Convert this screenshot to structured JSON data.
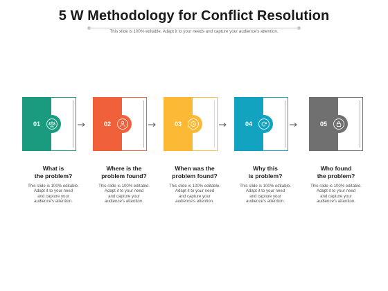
{
  "title": "5 W Methodology for Conflict Resolution",
  "subtitle": "This slide is 100% editable. Adapt it to your needs and capture your audience's attention.",
  "steps": [
    {
      "num": "01",
      "color": "#1a9b7f",
      "icon": "scales-icon",
      "caption_1": "What is",
      "caption_2": "the problem?",
      "desc_1": "This slide is 100% editable.",
      "desc_2": "Adapt it to your need",
      "desc_3": "and capture your",
      "desc_4": "audience's attention."
    },
    {
      "num": "02",
      "color": "#f0603a",
      "icon": "person-icon",
      "caption_1": "Where is the",
      "caption_2": "problem found?",
      "desc_1": "This slide is 100% editable.",
      "desc_2": "Adapt it to your need",
      "desc_3": "and capture your",
      "desc_4": "audience's attention."
    },
    {
      "num": "03",
      "color": "#fbb936",
      "icon": "clock-icon",
      "caption_1": "When was the",
      "caption_2": "problem found?",
      "desc_1": "This slide is 100% editable.",
      "desc_2": "Adapt it to your need",
      "desc_3": "and capture your",
      "desc_4": "audience's attention."
    },
    {
      "num": "04",
      "color": "#11a3c0",
      "icon": "refresh-icon",
      "caption_1": "Why this",
      "caption_2": "is problem?",
      "desc_1": "This slide is 100% editable.",
      "desc_2": "Adapt it to your need",
      "desc_3": "and capture your",
      "desc_4": "audience's attention."
    },
    {
      "num": "05",
      "color": "#707070",
      "icon": "lock-icon",
      "caption_1": "Who found",
      "caption_2": "the problem?",
      "desc_1": "This slide is 100% editable.",
      "desc_2": "Adapt it to your need",
      "desc_3": "and capture your",
      "desc_4": "audience's attention."
    }
  ]
}
